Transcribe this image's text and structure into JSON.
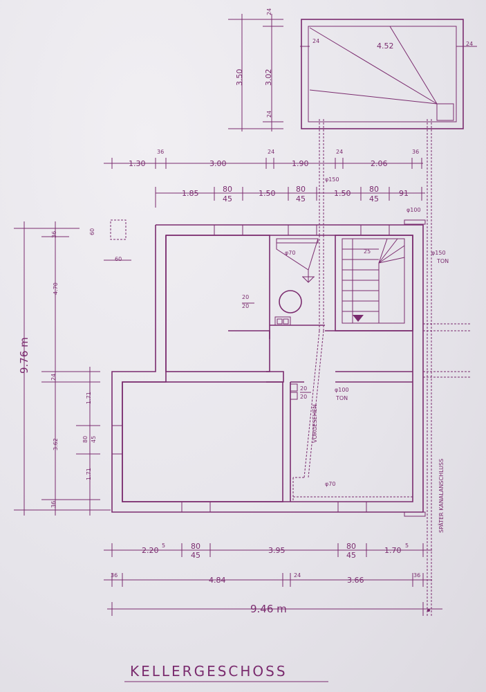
{
  "title": "KELLERGESCHOSS",
  "dims": {
    "top_a": "24",
    "top_b": "3.50",
    "top_c": "3.02",
    "top_d": "24",
    "garage_l": "24",
    "garage_w": "4.52",
    "garage_r": "24",
    "row1_a": "1.30",
    "row1_b": "36",
    "row1_c": "3.00",
    "row1_d": "24",
    "row1_e": "1.90",
    "row1_f": "24",
    "row1_g": "2.06",
    "row1_h": "36",
    "row2_a": "1.85",
    "row2_b": "80",
    "row2_b2": "45",
    "row2_c": "1.50",
    "row2_d": "80",
    "row2_d2": "45",
    "row2_e": "1.50",
    "row2_f": "80",
    "row2_f2": "45",
    "row2_g": "91",
    "left_a": "36",
    "left_b": "4.70",
    "left_c": "24",
    "left_d": "1.71",
    "left_e": "80",
    "left_e2": "45",
    "left_f": "1.71",
    "left_g": "36",
    "left_total": "9.76 m",
    "left_mid": "3.62",
    "win_a": "60",
    "win_b": "60",
    "bot1_a": "2.20",
    "bot1_a_sup": "5",
    "bot1_b": "80",
    "bot1_b2": "45",
    "bot1_c": "3.95",
    "bot1_d": "80",
    "bot1_d2": "45",
    "bot1_e": "1.70",
    "bot1_e_sup": "5",
    "bot2_a": "36",
    "bot2_b": "4.84",
    "bot2_c": "24",
    "bot2_d": "3.66",
    "bot2_e": "36",
    "bot_total": "9.46 m",
    "pipe_a": "φ150",
    "pipe_b": "φ100",
    "pipe_c": "φ150",
    "pipe_c2": "TON",
    "pipe_d": "φ70",
    "pipe_e": "20",
    "pipe_e2": "20",
    "pipe_f": "20",
    "pipe_f2": "20",
    "pipe_g": "φ100",
    "pipe_g2": "TON",
    "pipe_h": "φ70",
    "stair_n": "25",
    "label_vorg": "VORGESEHEN",
    "label_spaeter": "SPÄTER  KANALANSCHLUSS"
  }
}
